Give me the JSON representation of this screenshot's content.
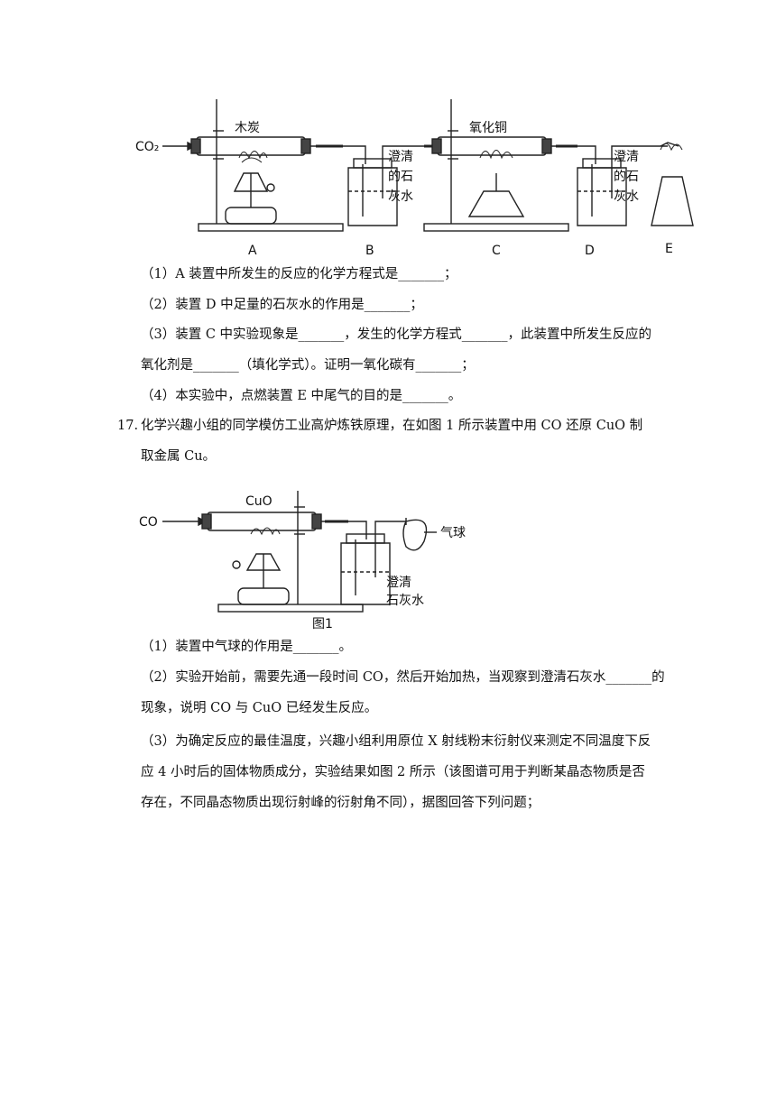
{
  "figure_top": {
    "labels": {
      "co2": "CO₂",
      "charcoal": "木炭",
      "copper_oxide": "氧化铜",
      "limewater_b_1": "澄清",
      "limewater_b_2": "的石",
      "limewater_b_3": "灰水",
      "limewater_d_1": "澄清",
      "limewater_d_2": "的石",
      "limewater_d_3": "灰水"
    },
    "apparatus_letters": [
      "A",
      "B",
      "C",
      "D",
      "E"
    ]
  },
  "q16_lines": [
    "（1）A 装置中所发生的反应的化学方程式是_______；",
    "（2）装置 D 中足量的石灰水的作用是_______；",
    "（3）装置 C 中实验现象是_______，发生的化学方程式_______，此装置中所发生反应的",
    "氧化剂是_______（填化学式）。证明一氧化碳有_______；",
    "（4）本实验中，点燃装置 E 中尾气的目的是_______。"
  ],
  "q17": {
    "number": "17.",
    "intro_line1": "化学兴趣小组的同学模仿工业高炉炼铁原理，在如图 1 所示装置中用 CO 还原 CuO 制",
    "intro_line2": "取金属 Cu。",
    "figure": {
      "co": "CO",
      "cuo": "CuO",
      "balloon": "气球",
      "limewater_1": "澄清",
      "limewater_2": "石灰水",
      "caption": "图1"
    },
    "lines": [
      "（1）装置中气球的作用是_______。",
      "（2）实验开始前，需要先通一段时间 CO，然后开始加热，当观察到澄清石灰水_______的",
      "现象，说明 CO 与 CuO 已经发生反应。",
      "（3）为确定反应的最佳温度，兴趣小组利用原位 X 射线粉末衍射仪来测定不同温度下反",
      "应 4 小时后的固体物质成分，实验结果如图 2 所示（该图谱可用于判断某晶态物质是否",
      "存在，不同晶态物质出现衍射峰的衍射角不同），据图回答下列问题；"
    ]
  }
}
